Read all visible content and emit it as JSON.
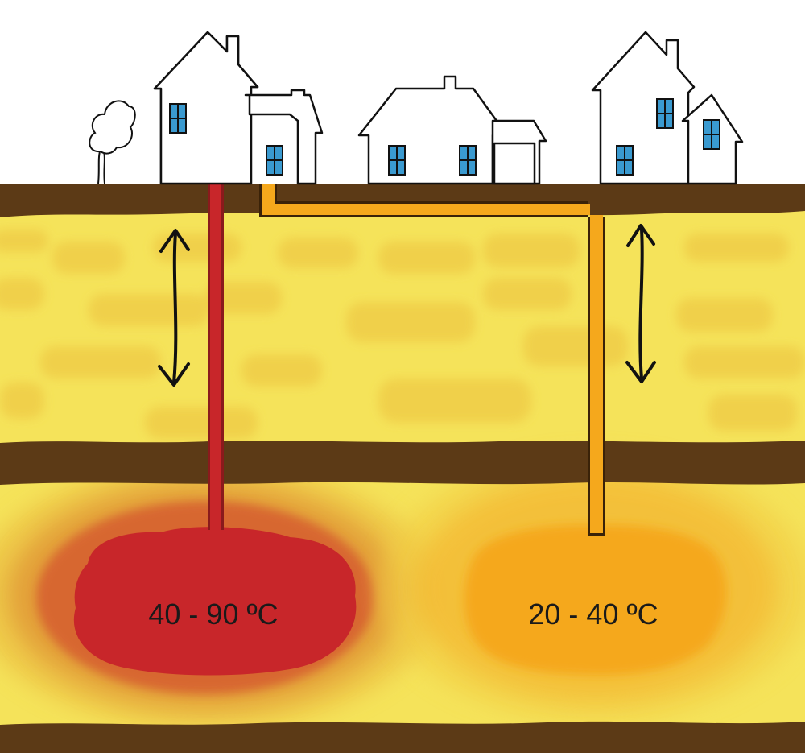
{
  "reservoirs": [
    {
      "id": "hot",
      "temperature_label": "40 - 90 ºC",
      "color": "#c8262a",
      "pipe_color": "#c8262a"
    },
    {
      "id": "warm",
      "temperature_label": "20 - 40 ºC",
      "color": "#f5a81c",
      "pipe_color": "#f5a81c"
    }
  ],
  "colors": {
    "sky": "#ffffff",
    "soil_band": "#5c3a16",
    "rock_layer": "#f5e35a",
    "rock_patch": "#f0cf4a",
    "house_fill": "#ffffff",
    "house_outline": "#111111",
    "window": "#3a9ad0"
  },
  "icons": {
    "depth_arrow": "double-headed-vertical-arrow",
    "tree": "tree-icon",
    "house": "house-icon"
  }
}
